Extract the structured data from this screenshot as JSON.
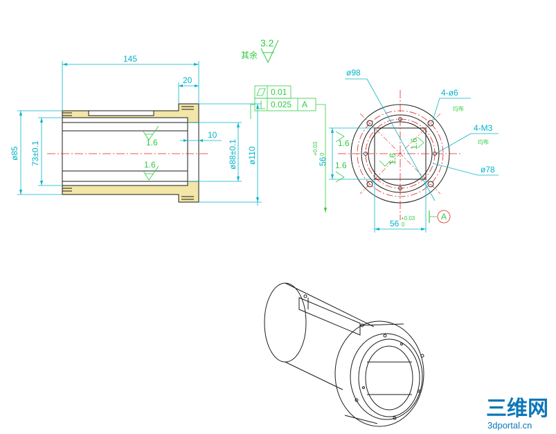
{
  "drawing": {
    "general_roughness_label": "其余",
    "general_roughness_value": "3.2",
    "dims": {
      "length_145": "145",
      "length_20": "20",
      "length_10": "10",
      "dia_85": "ø85",
      "dia_73": "73±0.1",
      "dia_88": "ø88±0.1",
      "dia_110": "ø110",
      "dia_98": "ø98",
      "dia_78": "ø78",
      "holes_4x6": "4-ø6",
      "holes_4xm3": "4-M3",
      "holes_note": "均布",
      "holes_note2": "均布",
      "slot_56_v": "56",
      "slot_56_v_tol_upper": "+0.03",
      "slot_56_v_tol_lower": "0",
      "slot_56_h": "56",
      "slot_56_h_tol_upper": "+0.03",
      "slot_56_h_tol_lower": "0"
    },
    "roughness": {
      "r1": "1.6",
      "r2": "1.6",
      "r3": "1.6",
      "r4": "1.6",
      "r5": "1.6",
      "r6": "1.6"
    },
    "gdt": {
      "flatness_value": "0.01",
      "perpendicularity_value": "0.025",
      "datum_ref": "A",
      "datum_label": "A"
    }
  },
  "watermark": {
    "logo_text": "三维网",
    "site_text": "3dportal.cn"
  },
  "colors": {
    "dimension": "#00b4c8",
    "annotation": "#2ecc40",
    "outline": "#1a1a1a",
    "centerline": "#e02020",
    "section_fill": "#f2e6a8",
    "logo": "#0c77b8"
  }
}
